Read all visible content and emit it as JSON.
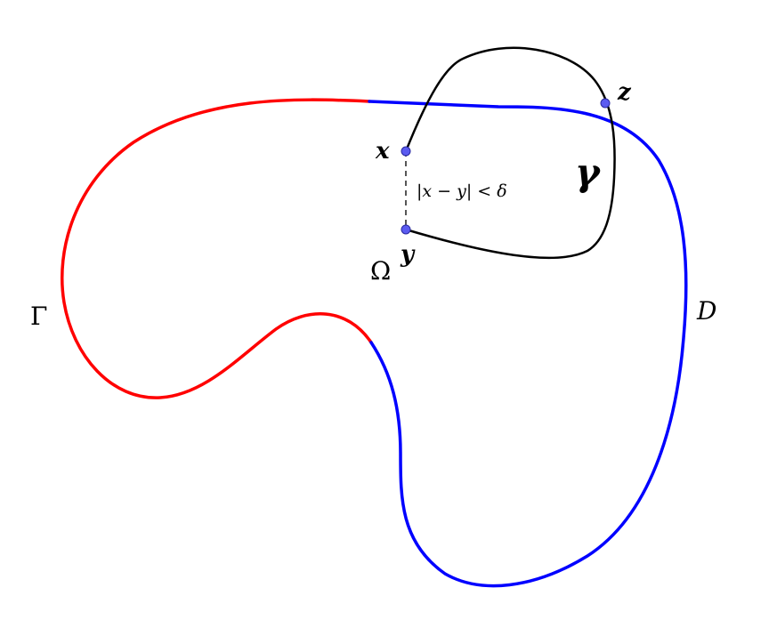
{
  "colors": {
    "gamma_boundary": "#ff0000",
    "domain_boundary": "#0000ff",
    "path": "#000000",
    "point_fill": "#5b5bf0",
    "point_stroke": "#2a2aa0",
    "dashed": "#444444"
  },
  "labels": {
    "Gamma": "Γ",
    "Omega": "Ω",
    "D": "D",
    "gamma": "γ",
    "x": "x",
    "y": "y",
    "z": "z",
    "distance": "|x − y| < δ"
  }
}
